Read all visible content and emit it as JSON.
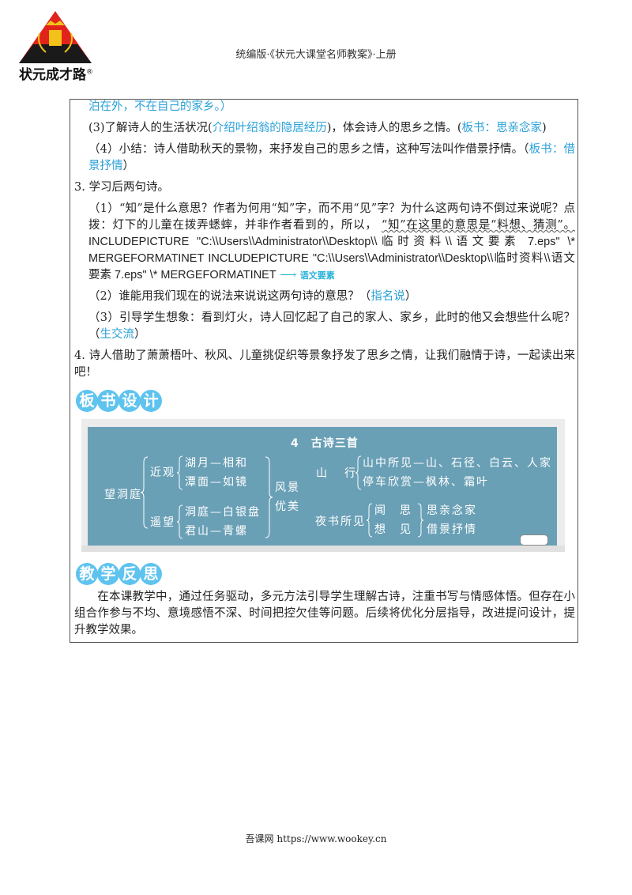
{
  "header": {
    "logo_text": "状元成才路",
    "logo_reg": "®",
    "title": "统编版·《状元大课堂名师教案》·上册"
  },
  "body": {
    "line0": "泊在外，不在自己的家乡。）",
    "item3_prefix": "(3)了解诗人的生活状况(",
    "item3_hl1": "介绍叶绍翁的隐居经历",
    "item3_mid": ")，体会诗人的思乡之情。(",
    "item3_hl2": "板书：思亲念家",
    "item3_end": ")",
    "item4_prefix": "（4）小结：诗人借助秋天的景物，来抒发自己的思乡之情，这种写法叫作借景抒情。（",
    "item4_hl": "板书：借景抒情",
    "item4_end": "）",
    "step3": "3. 学习后两句诗。",
    "q1_text": "（1）“知”是什么意思？作者为何用“知”字，而不用“见”字？为什么这两句诗不倒过来说呢？点拨：灯下的儿童在拨弄蟋蟀，并非作者看到的，所以，",
    "q1_wavy": "“知”在这里的意思是“料想、猜测”。",
    "q1_field": "INCLUDEPICTURE \"C:\\\\Users\\\\Administrator\\\\Desktop\\\\临时资料\\\\语文要素 7.eps\" \\* MERGEFORMATINET INCLUDEPICTURE \"C:\\\\Users\\\\Administrator\\\\Desktop\\\\临时资料\\\\语文要素 7.eps\" \\* MERGEFORMATINET",
    "q1_tag": "语文要素",
    "q2_text": "（2）谁能用我们现在的说法来说说这两句诗的意思？（",
    "q2_hl": "指名说",
    "q2_end": "）",
    "q3_text": "（3）引导学生想象：看到灯火，诗人回忆起了自己的家人、家乡，此时的他又会想些什么呢？（",
    "q3_hl": "生交流",
    "q3_end": "）",
    "step4": "4. 诗人借助了萧萧梧叶、秋风、儿童挑促织等景象抒发了思乡之情，让我们融情于诗，一起读出来吧！"
  },
  "board_design": {
    "section_title": [
      "板",
      "书",
      "设",
      "计"
    ],
    "title": "4　古诗三首",
    "left": {
      "root": "望洞庭",
      "near": "近观",
      "near_items": [
        "湖月—相和",
        "潭面—如镜"
      ],
      "far": "遥望",
      "far_items": [
        "洞庭—白银盘",
        "君山—青螺"
      ],
      "summary": [
        "风景",
        "优美"
      ]
    },
    "right": {
      "poem1": "山　行",
      "poem1_items": [
        "山中所见—山、石径、白云、人家",
        "停车欣赏—枫林、霜叶"
      ],
      "poem2": "夜书所见",
      "poem2_items": [
        "闻　思",
        "想　见"
      ],
      "poem2_summary": [
        "思亲念家",
        "借景抒情"
      ]
    }
  },
  "reflection": {
    "section_title": [
      "教",
      "学",
      "反",
      "思"
    ],
    "text": "在本课教学中，通过任务驱动，多元方法引导学生理解古诗，注重书写与情感体悟。但存在小组合作参与不均、意境感悟不深、时间把控欠佳等问题。后续将优化分层指导，改进提问设计，提升教学效果。"
  },
  "footer": {
    "text": "吾课网 https://www.wookey.cn"
  },
  "colors": {
    "highlight": "#2aa0d8",
    "bubble": "#5ec3ee",
    "board": "#6aa0b6",
    "logo_red": "#e0241b",
    "logo_black": "#1a1a1a"
  }
}
